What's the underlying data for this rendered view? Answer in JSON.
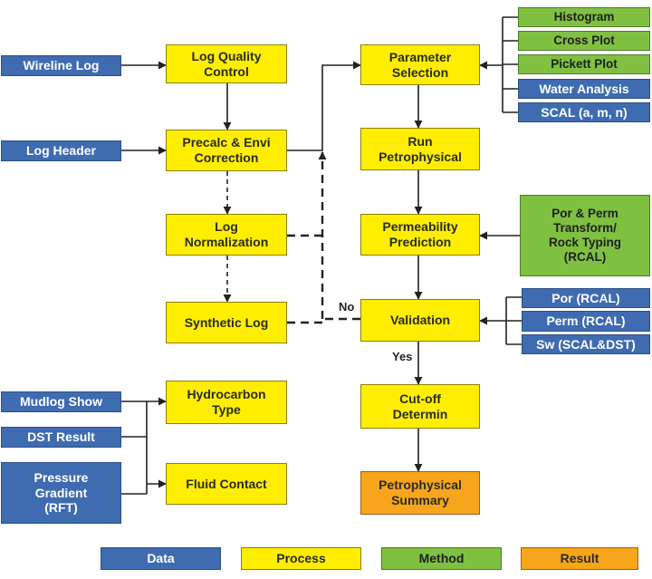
{
  "colors": {
    "data": "#3f6bb0",
    "process": "#ffee00",
    "method": "#7fc041",
    "result": "#f7a51b"
  },
  "nodes": {
    "wireline_log": "Wireline Log",
    "log_header": "Log Header",
    "log_quality_control": "Log Quality\nControl",
    "precalc": "Precalc & Envi\nCorrection",
    "log_normalization": "Log\nNormalization",
    "synthetic_log": "Synthetic Log",
    "parameter_selection": "Parameter\nSelection",
    "run_petrophysical": "Run\nPetrophysical",
    "permeability_prediction": "Permeability\nPrediction",
    "validation": "Validation",
    "cutoff_determin": "Cut-off\nDetermin",
    "petrophysical_summary": "Petrophysical\nSummary",
    "histogram": "Histogram",
    "cross_plot": "Cross Plot",
    "pickett_plot": "Pickett Plot",
    "water_analysis": "Water Analysis",
    "scal": "SCAL (a, m, n)",
    "por_perm_transform": "Por & Perm\nTransform/\nRock Typing\n(RCAL)",
    "por_rcal": "Por (RCAL)",
    "perm_rcal": "Perm (RCAL)",
    "sw_scal_dst": "Sw (SCAL&DST)",
    "mudlog_show": "Mudlog Show",
    "dst_result": "DST Result",
    "pressure_gradient": "Pressure\nGradient\n(RFT)",
    "hydrocarbon_type": "Hydrocarbon\nType",
    "fluid_contact": "Fluid Contact"
  },
  "edge_labels": {
    "no": "No",
    "yes": "Yes"
  },
  "legend": {
    "data": "Data",
    "process": "Process",
    "method": "Method",
    "result": "Result"
  }
}
